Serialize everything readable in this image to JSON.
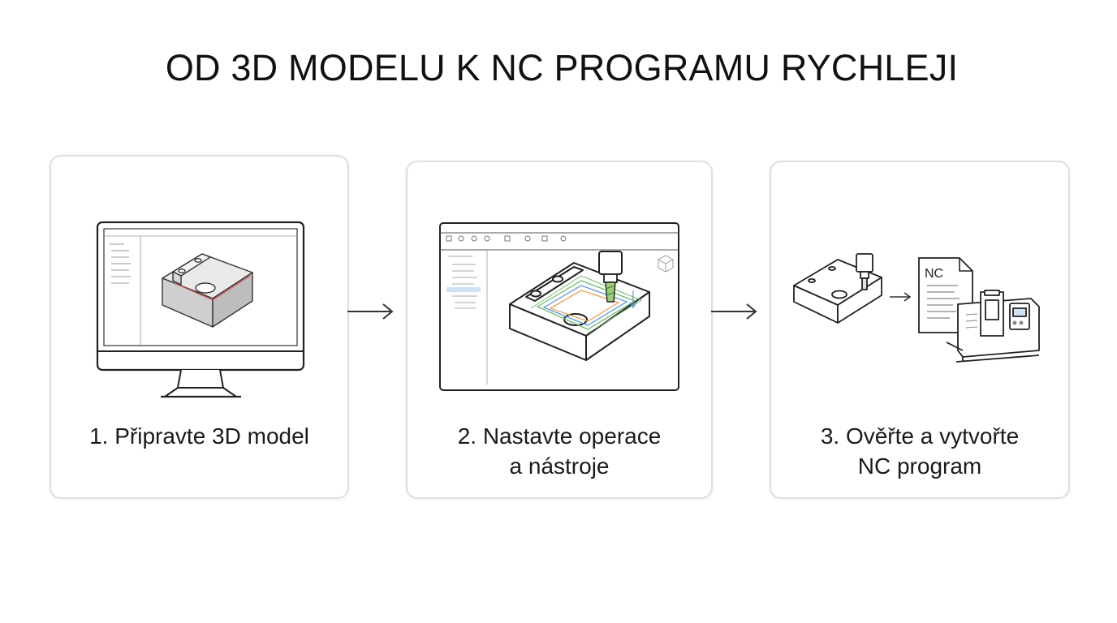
{
  "title": "OD 3D MODELU K NC PROGRAMU RYCHLEJI",
  "steps": [
    {
      "line1": "1. Připravte 3D model",
      "line2": "",
      "icon": "monitor-cad-model-icon"
    },
    {
      "line1": "2. Nastavte operace",
      "line2": "a nástroje",
      "icon": "cam-toolpath-window-icon"
    },
    {
      "line1": "3. Ověřte a vytvořte",
      "line2": "NC program",
      "icon": "nc-program-machine-icon"
    }
  ],
  "nc_doc_label": "NC",
  "colors": {
    "border": "#dedede",
    "text": "#111111",
    "toolpath_green": "#6fb96f",
    "toolpath_blue": "#5b9bd5",
    "toolpath_orange": "#e8a25a",
    "edge_red": "#d9534f"
  }
}
